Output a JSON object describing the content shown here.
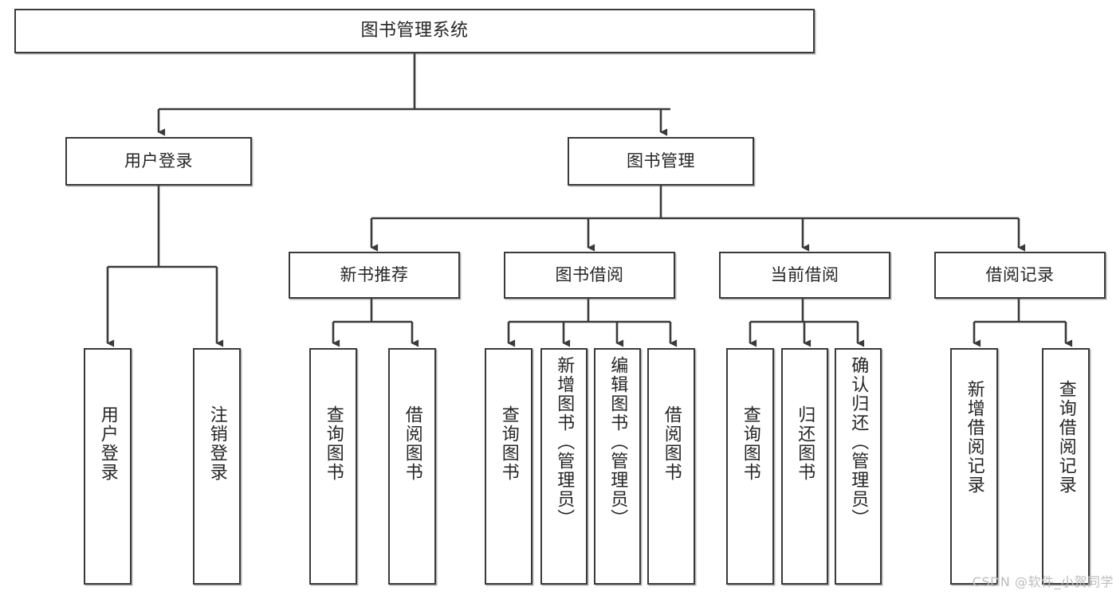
{
  "diagram": {
    "title": "图书管理系统",
    "watermark": "CSDN @软件_小贺同学",
    "colors": {
      "box_border": "#3a3a3a",
      "box_fill": "#ffffff",
      "edge": "#3a3a3a",
      "text": "#262626",
      "watermark": "#bdbdbd",
      "background": "#ffffff"
    },
    "levels": {
      "root": "图书管理系统",
      "level2": [
        "用户登录",
        "图书管理"
      ],
      "level3": [
        "新书推荐",
        "图书借阅",
        "当前借阅",
        "借阅记录"
      ]
    },
    "nodes": {
      "root": "图书管理系统",
      "user_login": "用户登录",
      "book_manage": "图书管理",
      "new_book_rec": "新书推荐",
      "book_borrow": "图书借阅",
      "current_borrow": "当前借阅",
      "borrow_record": "借阅记录",
      "leaf_user_login": "用户登录",
      "leaf_logout": "注销登录",
      "leaf_query_book_1": "查询图书",
      "leaf_borrow_book_1": "借阅图书",
      "leaf_query_book_2": "查询图书",
      "leaf_add_book": "新增图书（管理员）",
      "leaf_edit_book": "编辑图书（管理员）",
      "leaf_borrow_book_2": "借阅图书",
      "leaf_query_book_3": "查询图书",
      "leaf_return_book": "归还图书",
      "leaf_confirm_return": "确认归还（管理员）",
      "leaf_add_record": "新增借阅记录",
      "leaf_query_record": "查询借阅记录"
    },
    "tree": [
      {
        "label": "图书管理系统",
        "children": [
          {
            "label": "用户登录",
            "children": [
              {
                "label": "用户登录",
                "children": []
              },
              {
                "label": "注销登录",
                "children": []
              }
            ]
          },
          {
            "label": "图书管理",
            "children": [
              {
                "label": "新书推荐",
                "children": [
                  {
                    "label": "查询图书",
                    "children": []
                  },
                  {
                    "label": "借阅图书",
                    "children": []
                  }
                ]
              },
              {
                "label": "图书借阅",
                "children": [
                  {
                    "label": "查询图书",
                    "children": []
                  },
                  {
                    "label": "新增图书（管理员）",
                    "children": []
                  },
                  {
                    "label": "编辑图书（管理员）",
                    "children": []
                  },
                  {
                    "label": "借阅图书",
                    "children": []
                  }
                ]
              },
              {
                "label": "当前借阅",
                "children": [
                  {
                    "label": "查询图书",
                    "children": []
                  },
                  {
                    "label": "归还图书",
                    "children": []
                  },
                  {
                    "label": "确认归还（管理员）",
                    "children": []
                  }
                ]
              },
              {
                "label": "借阅记录",
                "children": [
                  {
                    "label": "新增借阅记录",
                    "children": []
                  },
                  {
                    "label": "查询借阅记录",
                    "children": []
                  }
                ]
              }
            ]
          }
        ]
      }
    ]
  }
}
